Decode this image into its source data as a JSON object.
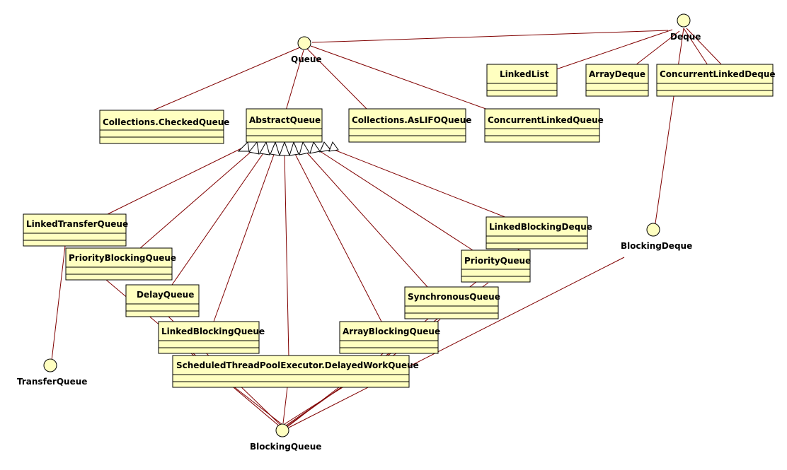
{
  "colors": {
    "edge": "#800000",
    "box_fill": "#ffffc0",
    "box_stroke": "#000000",
    "interface_fill": "#ffffc0",
    "text": "#000000"
  },
  "classes": {
    "collections_checked_queue": "Collections.CheckedQueue",
    "abstract_queue": "AbstractQueue",
    "collections_aslifo_queue": "Collections.AsLIFOQueue",
    "concurrent_linked_queue": "ConcurrentLinkedQueue",
    "linked_list": "LinkedList",
    "array_deque": "ArrayDeque",
    "concurrent_linked_deque": "ConcurrentLinkedDeque",
    "linked_transfer_queue": "LinkedTransferQueue",
    "priority_blocking_queue": "PriorityBlockingQueue",
    "delay_queue": "DelayQueue",
    "linked_blocking_queue": "LinkedBlockingQueue",
    "scheduled_delayed_work_queue": "ScheduledThreadPoolExecutor.DelayedWorkQueue",
    "array_blocking_queue": "ArrayBlockingQueue",
    "synchronous_queue": "SynchronousQueue",
    "priority_queue": "PriorityQueue",
    "linked_blocking_deque": "LinkedBlockingDeque"
  },
  "interfaces": {
    "queue": "Queue",
    "deque": "Deque",
    "blocking_deque": "BlockingDeque",
    "transfer_queue": "TransferQueue",
    "blocking_queue": "BlockingQueue"
  }
}
